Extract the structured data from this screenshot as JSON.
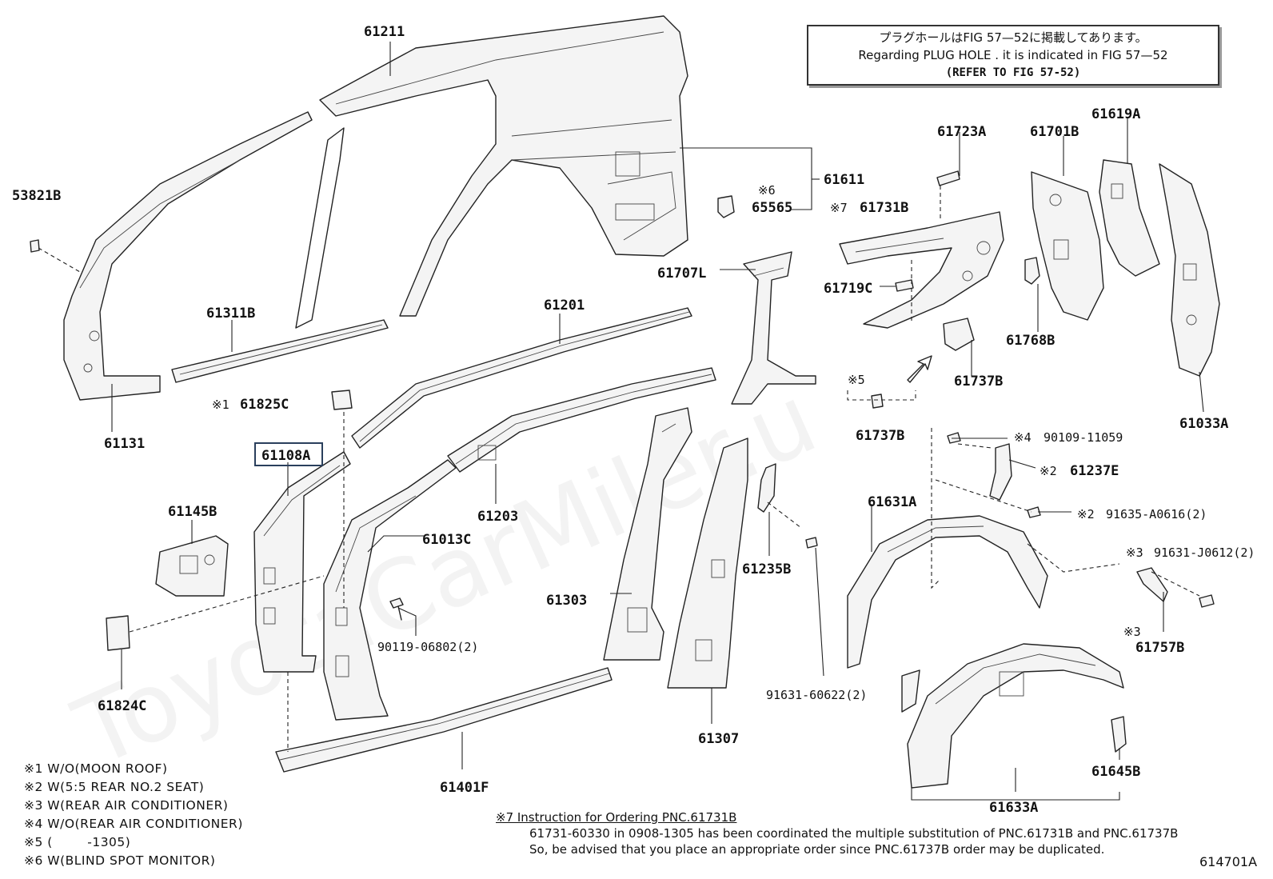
{
  "notice": {
    "line_jp": "プラグホールはFIG 57—52に掲載してあります。",
    "line_en": "Regarding  PLUG  HOLE . it is indicated in FIG  57—52",
    "line_ref": "(REFER TO FIG 57-52)"
  },
  "watermark": "ToyotaCarMiler.u",
  "highlighted_part": "61108A",
  "parts": [
    {
      "id": "p61211",
      "label": "61211"
    },
    {
      "id": "p61611",
      "label": "61611"
    },
    {
      "id": "p65565",
      "label": "65565",
      "prefix": "※6"
    },
    {
      "id": "p53821B",
      "label": "53821B"
    },
    {
      "id": "p61311B",
      "label": "61311B"
    },
    {
      "id": "p61131",
      "label": "61131"
    },
    {
      "id": "p61825C",
      "label": "61825C",
      "prefix": "※1"
    },
    {
      "id": "p61201",
      "label": "61201"
    },
    {
      "id": "p61108A",
      "label": "61108A"
    },
    {
      "id": "p61145B",
      "label": "61145B"
    },
    {
      "id": "p61203",
      "label": "61203"
    },
    {
      "id": "p61013C",
      "label": "61013C"
    },
    {
      "id": "p61824C",
      "label": "61824C"
    },
    {
      "id": "p90119",
      "label": "90119-06802(2)"
    },
    {
      "id": "p61303",
      "label": "61303"
    },
    {
      "id": "p61307",
      "label": "61307"
    },
    {
      "id": "p61401F",
      "label": "61401F"
    },
    {
      "id": "p61235B",
      "label": "61235B"
    },
    {
      "id": "p91631_60622",
      "label": "91631-60622(2)"
    },
    {
      "id": "p61707L",
      "label": "61707L"
    },
    {
      "id": "p61723A",
      "label": "61723A"
    },
    {
      "id": "p61701B",
      "label": "61701B"
    },
    {
      "id": "p61619A",
      "label": "61619A"
    },
    {
      "id": "p61731B",
      "label": "61731B",
      "prefix": "※7"
    },
    {
      "id": "p61719C",
      "label": "61719C"
    },
    {
      "id": "p61768B",
      "label": "61768B"
    },
    {
      "id": "p61737B_top",
      "label": "61737B"
    },
    {
      "id": "p61737B_low",
      "label": "61737B",
      "prefix": "※5"
    },
    {
      "id": "p61033A",
      "label": "61033A"
    },
    {
      "id": "p90109",
      "label": "90109-11059",
      "prefix": "※4"
    },
    {
      "id": "p61237E",
      "label": "61237E",
      "prefix": "※2"
    },
    {
      "id": "p61631A",
      "label": "61631A"
    },
    {
      "id": "p91635",
      "label": "91635-A0616(2)",
      "prefix": "※2"
    },
    {
      "id": "p91631_J0612",
      "label": "91631-J0612(2)",
      "prefix": "※3"
    },
    {
      "id": "p61757B",
      "label": "61757B",
      "prefix": "※3"
    },
    {
      "id": "p61633A",
      "label": "61633A"
    },
    {
      "id": "p61645B",
      "label": "61645B"
    }
  ],
  "legend": [
    "※1 W/O(MOON ROOF)",
    "※2 W(5:5 REAR NO.2 SEAT)",
    "※3 W(REAR AIR CONDITIONER)",
    "※4 W/O(REAR AIR CONDITIONER)",
    "※5 (        -1305)",
    "※6 W(BLIND SPOT MONITOR)"
  ],
  "instruction": {
    "title": "※7 Instruction for Ordering PNC.61731B",
    "line1": "61731-60330 in 0908-1305 has been coordinated the multiple substitution of PNC.61731B and PNC.61737B",
    "line2": "So, be advised that you place an appropriate order since PNC.61737B order may be duplicated."
  },
  "figure_code": "614701A"
}
